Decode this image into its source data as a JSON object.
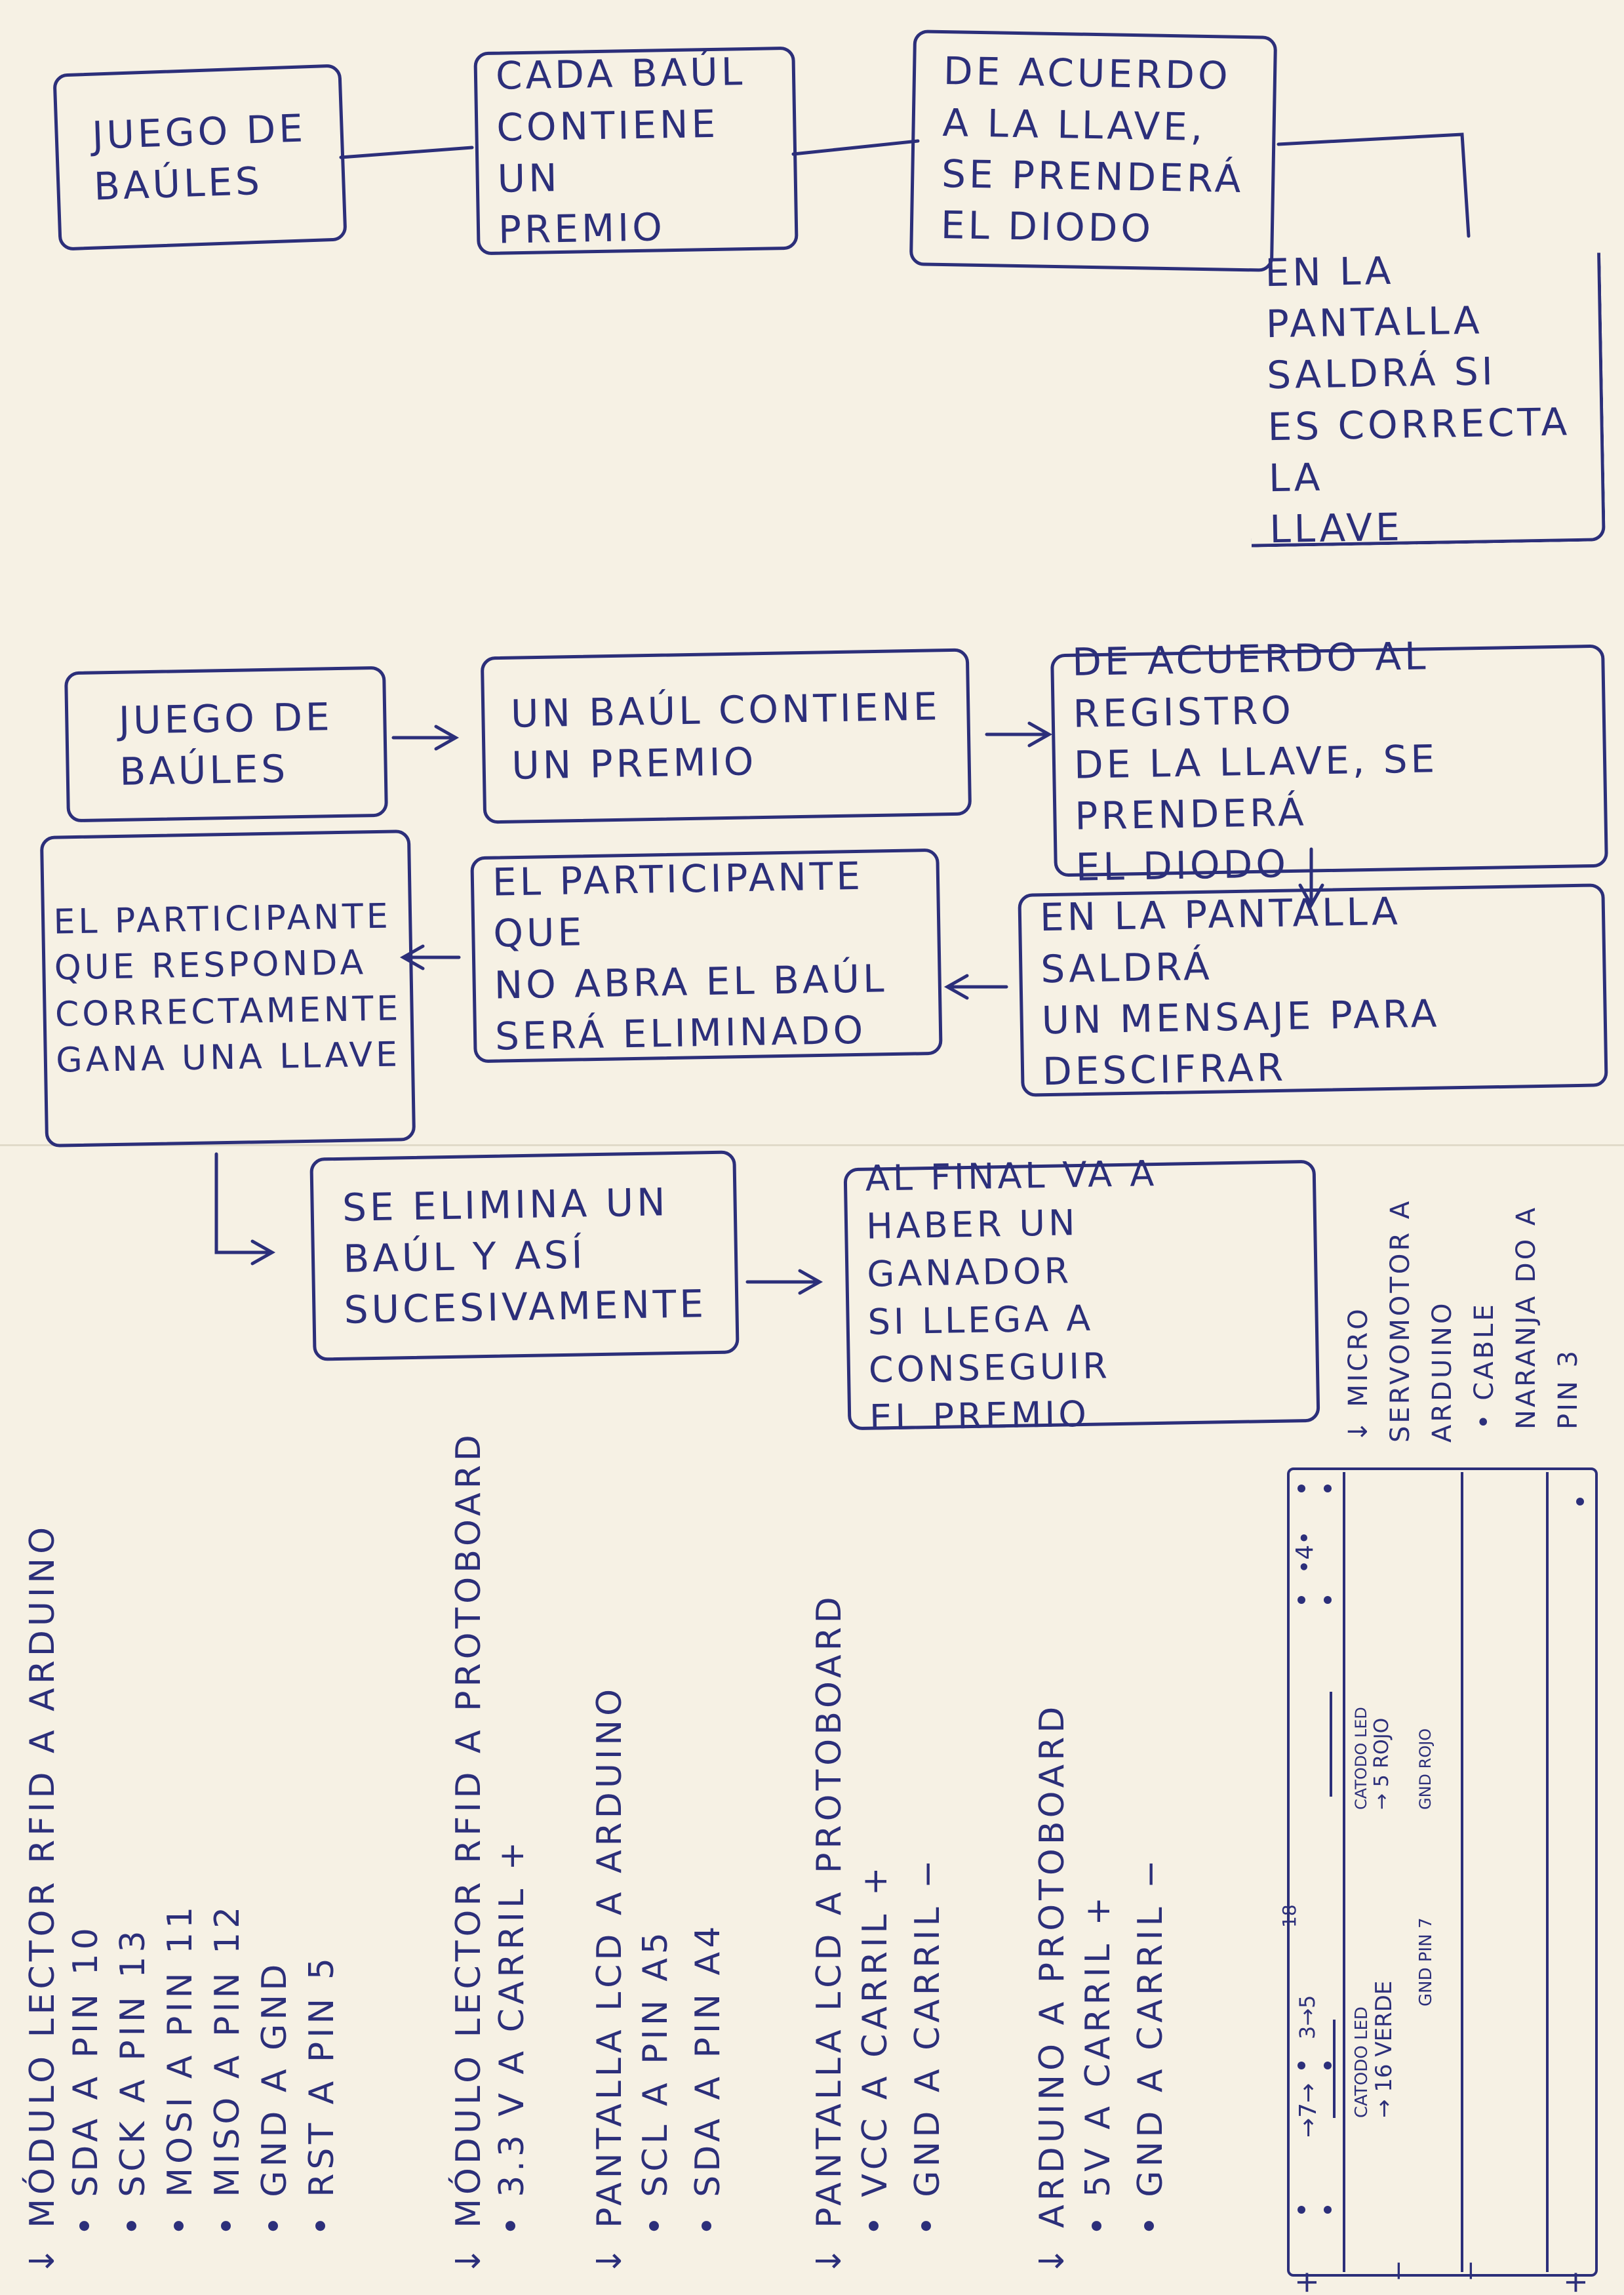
{
  "diagram1": {
    "box1": "JUEGO DE\nBAÚLES",
    "box2": "CADA BAÚL\nCONTIENE UN\nPREMIO",
    "box3": "DE ACUERDO\nA LA LLAVE,\nSE PRENDERÁ\nEL DIODO",
    "box4": "EN LA PANTALLA\nSALDRÁ SI\nES CORRECTA LA\nLLAVE"
  },
  "diagram2": {
    "box1": "JUEGO DE\nBAÚLES",
    "box2": "UN BAÚL CONTIENE\nUN PREMIO",
    "box3": "DE ACUERDO AL REGISTRO\nDE LA LLAVE, SE PRENDERÁ\nEL DIODO",
    "box4": "EN LA PANTALLA SALDRÁ\nUN MENSAJE PARA\nDESCIFRAR",
    "box5": "EL PARTICIPANTE QUE\nNO ABRA EL BAÚL\nSERÁ ELIMINADO",
    "box6": "EL PARTICIPANTE\nQUE RESPONDA\nCORRECTAMENTE\nGANA UNA LLAVE",
    "box7": "SE ELIMINA UN\nBAÚL Y ASÍ\nSUCESIVAMENTE",
    "box8": "AL FINAL VA A\nHABER UN GANADOR\nSI LLEGA A CONSEGUIR\nEL PREMIO"
  },
  "wiring": {
    "section1_title": "MÓDULO LECTOR RFID A ARDUINO",
    "section1_items": [
      "SDA A PIN 10",
      "SCK A PIN 13",
      "MOSI A PIN 11",
      "MISO A PIN 12",
      "GND A GND",
      "RST A PIN 5"
    ],
    "section2_title": "MÓDULO LECTOR RFID A PROTOBOARD",
    "section2_items": [
      "3.3 V A CARRIL +"
    ],
    "section3_title": "PANTALLA LCD A ARDUINO",
    "section3_items": [
      "SCL A PIN A5",
      "SDA A PIN A4"
    ],
    "section4_title": "PANTALLA LCD A PROTOBOARD",
    "section4_items": [
      "VCC A CARRIL +",
      "GND A CARRIL −"
    ],
    "section5_title": "ARDUINO A PROTOBOARD",
    "section5_items": [
      "5V A CARRIL +",
      "GND A CARRIL −"
    ],
    "section6_title": "MICRO SERVOMOTOR A ARDUINO",
    "section6_items": [
      "CABLE NARANJA DO A PIN 3"
    ]
  },
  "breadboard": {
    "rail_labels": [
      "+",
      "−",
      "−",
      "+"
    ],
    "marks": [
      "7",
      "3",
      "5",
      "4",
      "18"
    ],
    "notes": [
      "CATODO LED",
      "16 VERDE",
      "GND PIN 7",
      "CATODO LED",
      "5 ROJO",
      "GND ROJO"
    ]
  }
}
